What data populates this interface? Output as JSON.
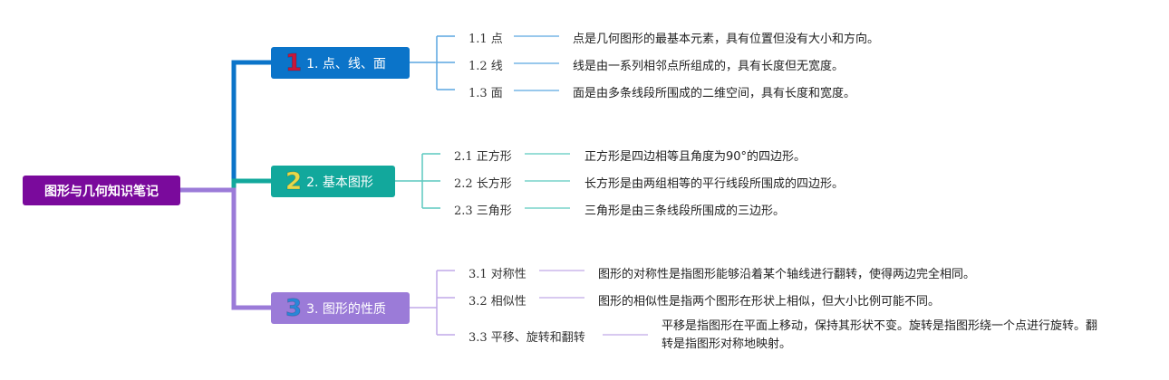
{
  "root": {
    "label": "图形与几何知识笔记"
  },
  "branches": [
    {
      "badge": "1",
      "label": "1. 点、线、面",
      "color": "#0b74c9",
      "badge_color": "#c8173a",
      "items": [
        {
          "label": "1.1 点",
          "desc": "点是几何图形的最基本元素，具有位置但没有大小和方向。"
        },
        {
          "label": "1.2 线",
          "desc": "线是由一系列相邻点所组成的，具有长度但无宽度。"
        },
        {
          "label": "1.3 面",
          "desc": "面是由多条线段所围成的二维空间，具有长度和宽度。"
        }
      ]
    },
    {
      "badge": "2",
      "label": "2. 基本图形",
      "color": "#12a89c",
      "badge_color": "#e8d84a",
      "items": [
        {
          "label": "2.1 正方形",
          "desc": "正方形是四边相等且角度为90°的四边形。"
        },
        {
          "label": "2.2 长方形",
          "desc": "长方形是由两组相等的平行线段所围成的四边形。"
        },
        {
          "label": "2.3 三角形",
          "desc": "三角形是由三条线段所围成的三边形。"
        }
      ]
    },
    {
      "badge": "3",
      "label": "3. 图形的性质",
      "color": "#9b7bd8",
      "badge_color": "#2a87d8",
      "items": [
        {
          "label": "3.1 对称性",
          "desc": "图形的对称性是指图形能够沿着某个轴线进行翻转，使得两边完全相同。"
        },
        {
          "label": "3.2 相似性",
          "desc": "图形的相似性是指两个图形在形状上相似，但大小比例可能不同。"
        },
        {
          "label": "3.3 平移、旋转和翻转",
          "desc": "平移是指图形在平面上移动，保持其形状不变。旋转是指图形绕一个点进行旋转。翻转是指图形对称地映射。"
        }
      ]
    }
  ]
}
